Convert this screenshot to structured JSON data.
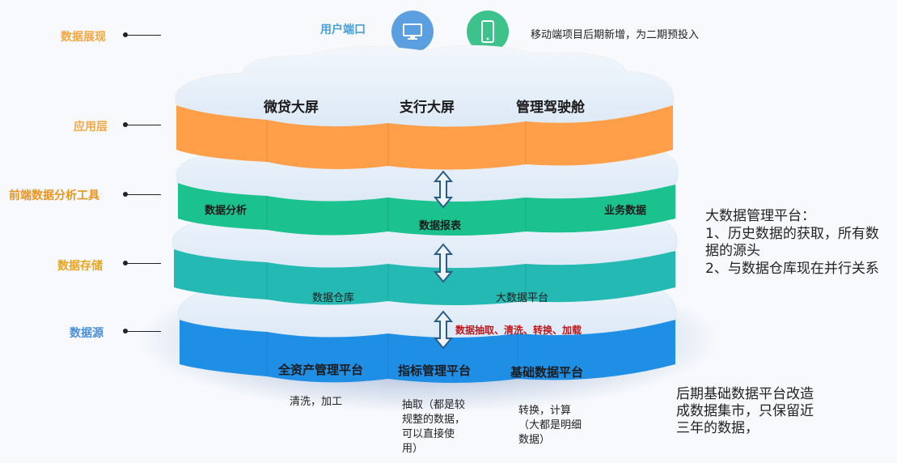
{
  "left_labels": [
    {
      "text": "数据展现",
      "color": "#f5a742"
    },
    {
      "text": "应用层",
      "color": "#f5a742"
    },
    {
      "text": "前端数据分析工具",
      "color": "#e8951f"
    },
    {
      "text": "数据存储",
      "color": "#e8a51f"
    },
    {
      "text": "数据源",
      "color": "#4a90d9"
    }
  ],
  "top": {
    "user_port": "用户端口",
    "mobile_note": "移动端项目后期新增，为二期预投入",
    "desktop_icon": "desktop-icon",
    "mobile_icon": "mobile-phone-icon"
  },
  "layers": {
    "app": {
      "items": [
        "微贷大屏",
        "支行大屏",
        "管理驾驶舱"
      ],
      "color": "#ff9f4a"
    },
    "tools": {
      "left": "数据分析",
      "center": "数据报表",
      "right": "业务数据",
      "color": "#20c08c"
    },
    "storage": {
      "left": "数据仓库",
      "right": "大数据平台",
      "color": "#22b8b0"
    },
    "source": {
      "items": [
        "全资产管理平台",
        "指标管理平台",
        "基础数据平台"
      ],
      "color": "#2196f3"
    }
  },
  "etl_label": "数据抽取、清洗、转换、加载",
  "etl_color": "#c0161b",
  "source_notes": [
    "清洗，加工",
    "抽取（都是较规整的数据，可以直接使用）",
    "转换，计算（大都是明细数据）"
  ],
  "right_notes": {
    "bigdata": [
      "大数据管理平台：",
      "1、历史数据的获取，所有数据的源头",
      "2、与数据仓库现在并行关系"
    ],
    "base": "后期基础数据平台改造成数据集市，只保留近三年的数据，"
  }
}
